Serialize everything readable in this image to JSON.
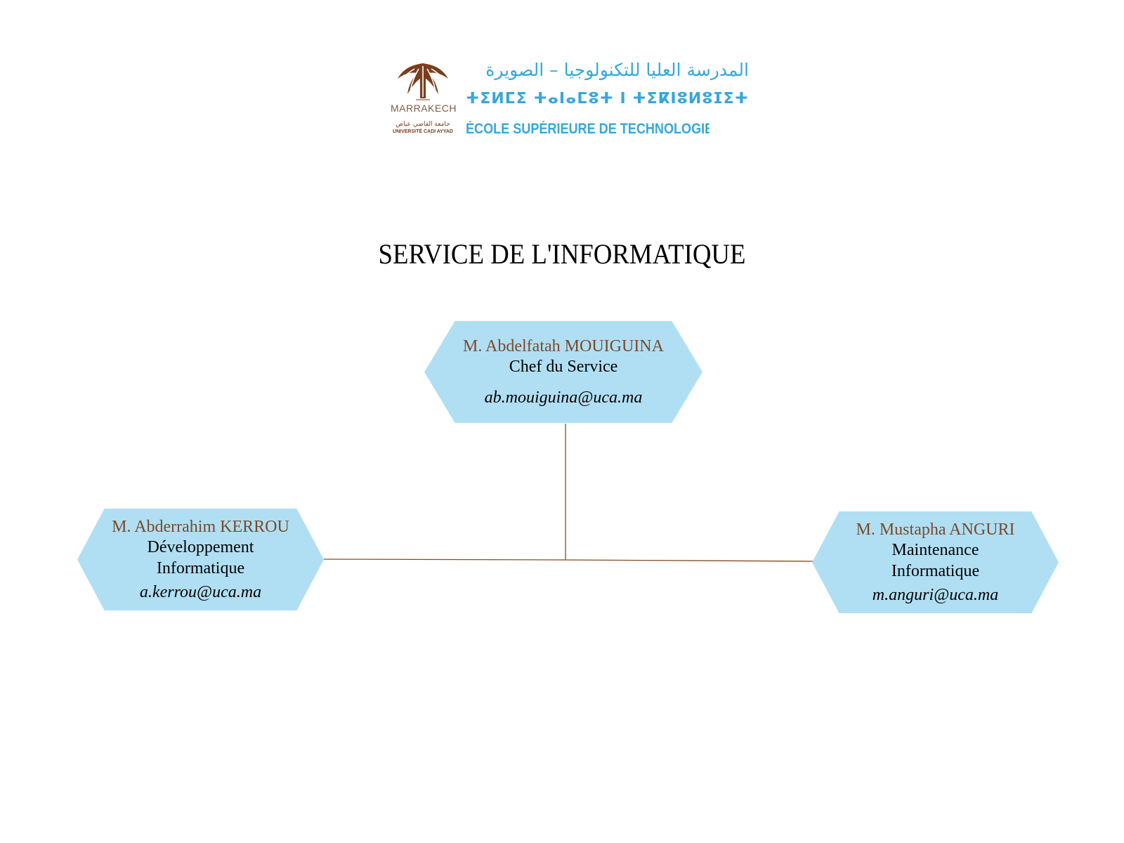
{
  "logo": {
    "emblem_city": "MARRAKECH",
    "emblem_university_ar": "جامعة القاضي عياض",
    "emblem_university_fr": "UNIVERSITÉ CADI AYYAD",
    "school_name_ar": "المدرسة العليا للتكنولوجيا – الصويرة",
    "school_name_tifinagh": "ⵜⵉⵍⵎⵉ ⵜⴰⵏⴰⵎⵓⵜ ⵏ ⵜⵉⴽⵏⵓⵍⵓⵊⵉⵜ - ⵜⴰⵚⵓⵉⵔⴰ",
    "school_name_fr": "ÉCOLE SUPÉRIEURE DE TECHNOLOGIE - ESSAOUIRA",
    "brand_colors": {
      "school_text": "#36a7dc",
      "emblem": "#7a3e1c"
    }
  },
  "title": "SERVICE DE L'INFORMATIQUE",
  "org_chart": {
    "node_color": "#b0dff4",
    "connector_color": "#8a4a22",
    "head": {
      "name": "M. Abdelfatah MOUIGUINA",
      "role": "Chef du Service",
      "email": "ab.mouiguina@uca.ma"
    },
    "members": [
      {
        "name": "M. Abderrahim KERROU",
        "role_line1": "Développement",
        "role_line2": "Informatique",
        "email": "a.kerrou@uca.ma"
      },
      {
        "name": "M. Mustapha ANGURI",
        "role_line1": "Maintenance",
        "role_line2": "Informatique",
        "email": "m.anguri@uca.ma"
      }
    ]
  }
}
